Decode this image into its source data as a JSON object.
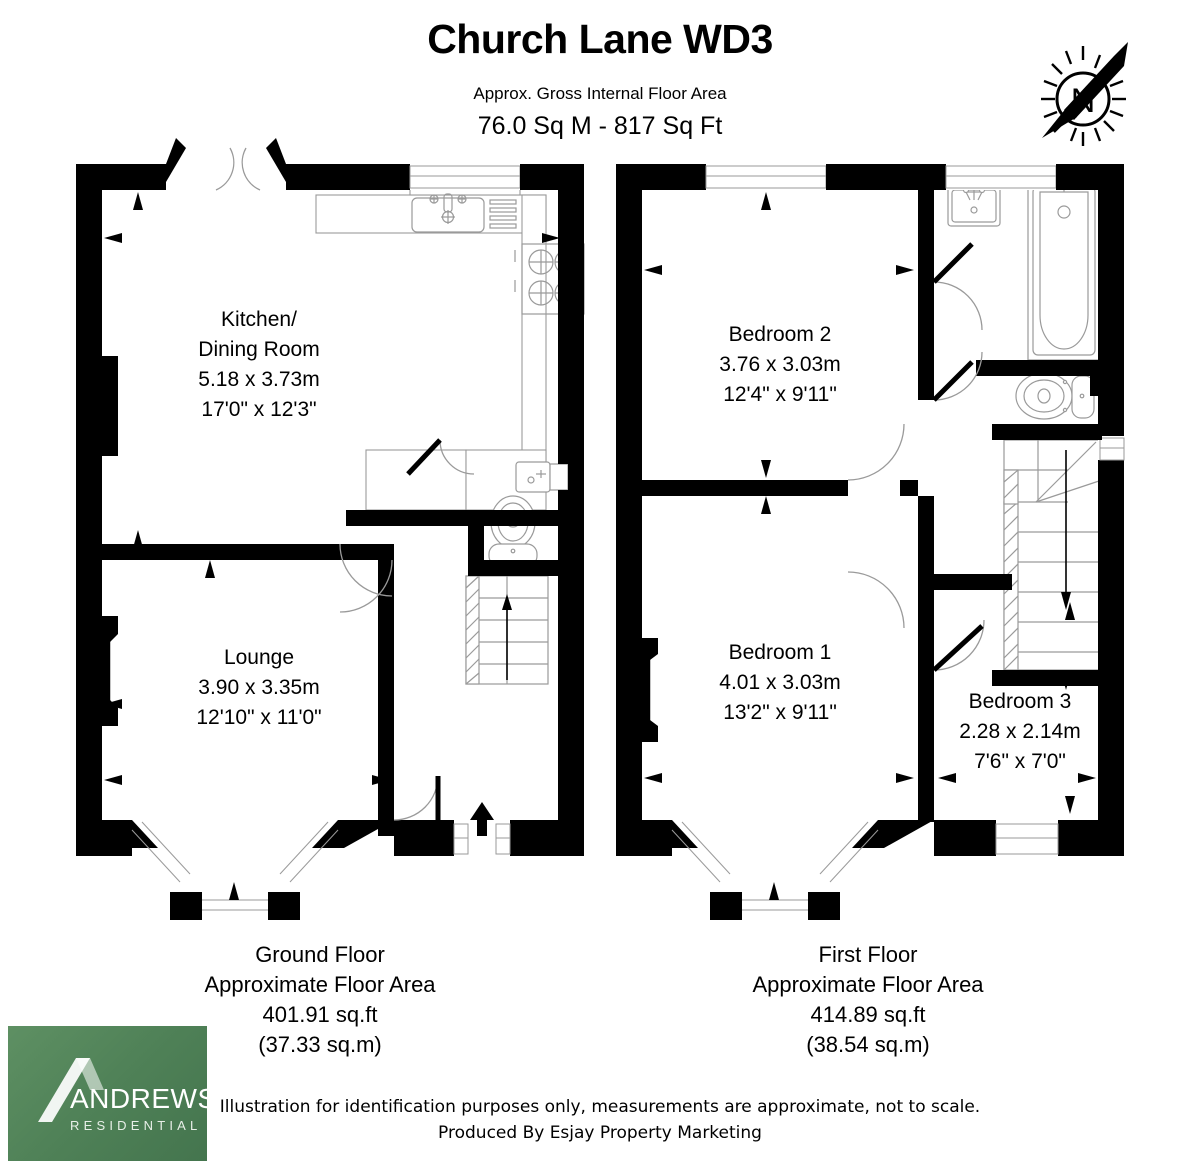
{
  "header": {
    "title": "Church Lane WD3",
    "subtitle": "Approx. Gross Internal Floor Area",
    "total_area": "76.0 Sq M - 817 Sq Ft"
  },
  "compass": {
    "label": "N",
    "icon": "compass-north-icon"
  },
  "floors": [
    {
      "id": "ground",
      "name": "Ground Floor",
      "area_line1": "Approximate Floor Area",
      "area_sqft": "401.91 sq.ft",
      "area_sqm": "(37.33 sq.m)",
      "rooms": [
        {
          "id": "kitchen-dining",
          "name_line1": "Kitchen/",
          "name_line2": "Dining Room",
          "dim_m": "5.18 x 3.73m",
          "dim_ft": "17'0\" x 12'3\""
        },
        {
          "id": "lounge",
          "name_line1": "Lounge",
          "name_line2": "",
          "dim_m": "3.90 x 3.35m",
          "dim_ft": "12'10\" x 11'0\""
        }
      ],
      "fixtures": [
        "kitchen-sink",
        "kitchen-hob",
        "base-units",
        "wc-toilet",
        "wc-basin",
        "staircase-up",
        "fireplace",
        "bay-window",
        "front-door",
        "french-doors"
      ]
    },
    {
      "id": "first",
      "name": "First Floor",
      "area_line1": "Approximate Floor Area",
      "area_sqft": "414.89 sq.ft",
      "area_sqm": "(38.54 sq.m)",
      "rooms": [
        {
          "id": "bedroom-2",
          "name_line1": "Bedroom 2",
          "name_line2": "",
          "dim_m": "3.76 x 3.03m",
          "dim_ft": "12'4\" x 9'11\""
        },
        {
          "id": "bedroom-1",
          "name_line1": "Bedroom 1",
          "name_line2": "",
          "dim_m": "4.01 x 3.03m",
          "dim_ft": "13'2\" x 9'11\""
        },
        {
          "id": "bedroom-3",
          "name_line1": "Bedroom 3",
          "name_line2": "",
          "dim_m": "2.28 x 2.14m",
          "dim_ft": "7'6\" x 7'0\""
        }
      ],
      "fixtures": [
        "bathroom-basin",
        "bathtub",
        "wc-toilet",
        "staircase-down",
        "bay-window",
        "fireplace"
      ]
    }
  ],
  "logo": {
    "brand": "ANDREWS",
    "sub": "RESIDENTIAL",
    "color": "#4f8157"
  },
  "footer": {
    "line1": "Illustration for identification purposes only, measurements are approximate, not to scale.",
    "line2": "Produced By Esjay Property Marketing"
  },
  "colors": {
    "wall": "#000000",
    "fixture_stroke": "#8c8c8c",
    "background": "#ffffff",
    "brand_green": "#4f8157"
  }
}
